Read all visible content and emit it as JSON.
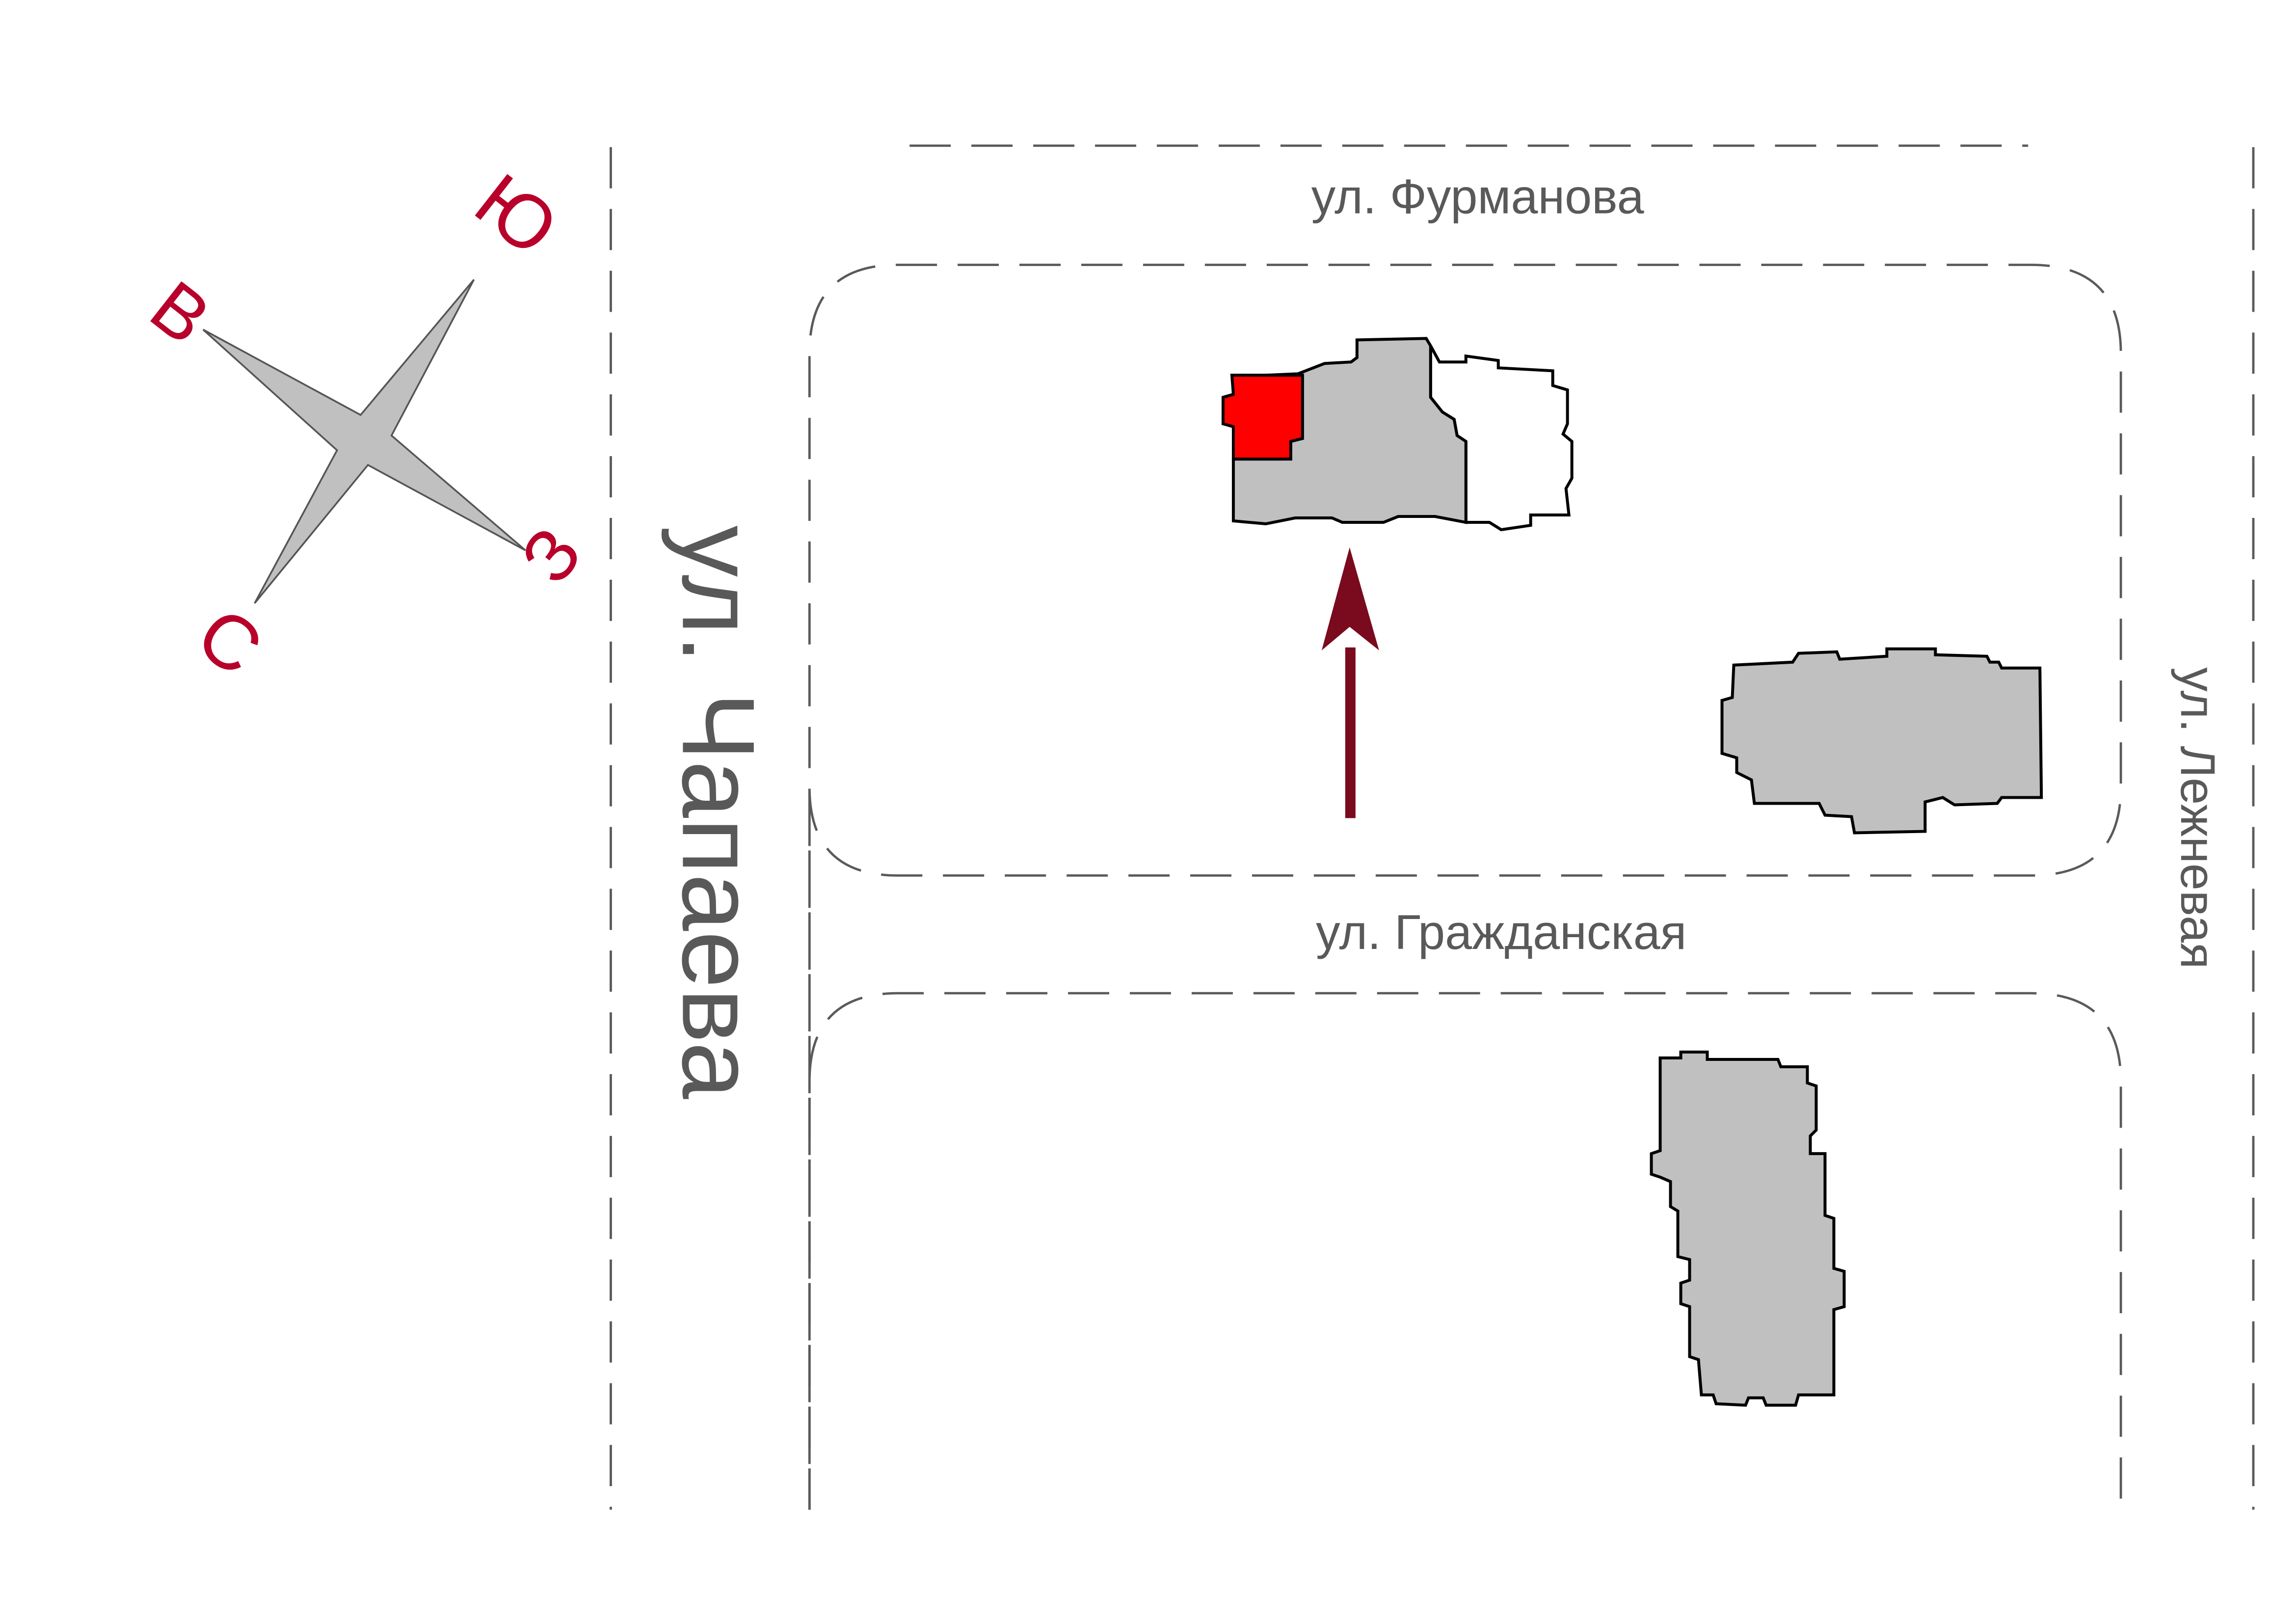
{
  "colors": {
    "background": "#ffffff",
    "road_dash": "#5a5a5a",
    "building_fill": "#c0c0c0",
    "building_outline": "#000000",
    "highlight_fill": "#ff0000",
    "arrow": "#7a0a1e",
    "compass_fill": "#c0c0c0",
    "compass_letter": "#b8002a",
    "street_text": "#595959"
  },
  "streets": {
    "furmanova": "ул. Фурманова",
    "grazhdanskaya": "ул. Гражданская",
    "chapaeva": "ул. Чапаева",
    "lezhneva": "ул. Лежневая"
  },
  "compass": {
    "north": "С",
    "south": "Ю",
    "east": "В",
    "west": "З",
    "icon": "compass-rose-icon"
  },
  "markers": {
    "direction_arrow_icon": "arrow-up-icon",
    "target_building": "highlighted-building"
  }
}
